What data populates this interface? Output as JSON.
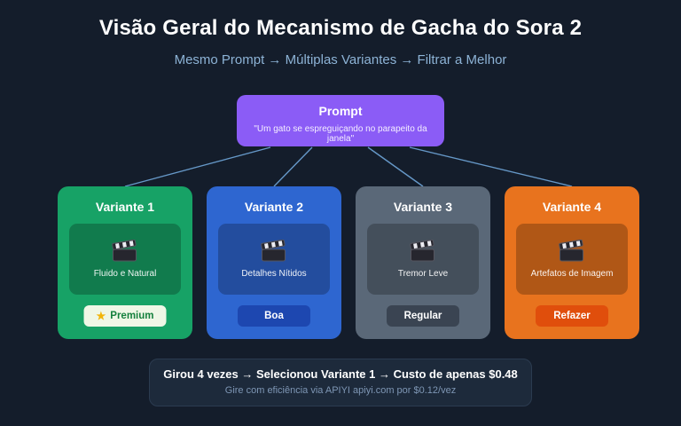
{
  "header": {
    "title": "Visão Geral do Mecanismo de Gacha do Sora 2",
    "subtitle": "Mesmo Prompt → Múltiplas Variantes → Filtrar a Melhor"
  },
  "prompt": {
    "label": "Prompt",
    "quote": "\"Um gato se espreguiçando no parapeito da janela\""
  },
  "variants": [
    {
      "name": "Variante 1",
      "quality": "Fluido e Natural",
      "color": "#17a266",
      "badge": {
        "icon": "★",
        "label": "Premium",
        "bg": "#eff7e6",
        "text_color": "#15803d"
      }
    },
    {
      "name": "Variante 2",
      "quality": "Detalhes Nítidos",
      "color": "#2e66d0",
      "badge": {
        "label": "Boa",
        "bg": "#1d47b0",
        "text_color": "#ffffff"
      }
    },
    {
      "name": "Variante 3",
      "quality": "Tremor Leve",
      "color": "#5a6878",
      "badge": {
        "label": "Regular",
        "bg": "#3a4452",
        "text_color": "#ffffff"
      }
    },
    {
      "name": "Variante 4",
      "quality": "Artefatos de Imagem",
      "color": "#e8731e",
      "badge": {
        "label": "Refazer",
        "bg": "#e04e0c",
        "text_color": "#ffffff"
      }
    }
  ],
  "summary": {
    "line1": "Girou 4 vezes → Selecionou Variante 1 → Custo de apenas $0.48",
    "line2": "Gire com eficiência via APIYI apiyi.com por $0.12/vez"
  },
  "colors": {
    "background": "#141d2b",
    "prompt_box": "#8b5cf6",
    "connector": "#6fa6d9"
  }
}
